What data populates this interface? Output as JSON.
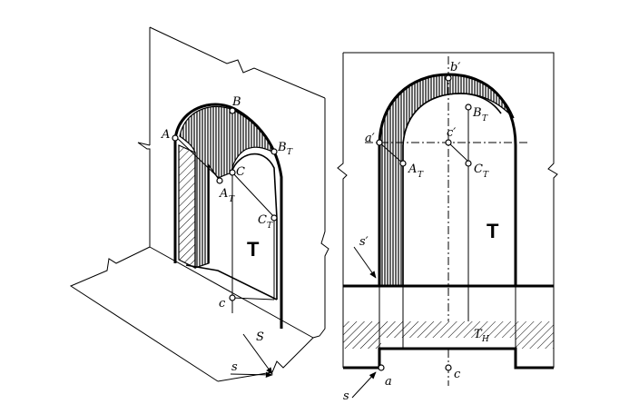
{
  "left_view": {
    "labels": {
      "A": "A",
      "B": "B",
      "BT_main": "B",
      "BT_sub": "T",
      "C": "C",
      "AT_main": "A",
      "AT_sub": "T",
      "CT_main": "C",
      "CT_sub": "T",
      "T": "T",
      "c": "c",
      "S": "S",
      "s": "s"
    }
  },
  "right_view": {
    "labels": {
      "b_prime": "b′",
      "a_prime": "a′",
      "c_prime": "c′",
      "BT_main": "B",
      "BT_sub": "T",
      "AT_main": "A",
      "AT_sub": "T",
      "CT_main": "C",
      "CT_sub": "T",
      "T": "T",
      "s_prime": "s′",
      "TH_main": "T",
      "TH_sub": "H",
      "s": "s",
      "a": "a",
      "c": "c"
    }
  }
}
